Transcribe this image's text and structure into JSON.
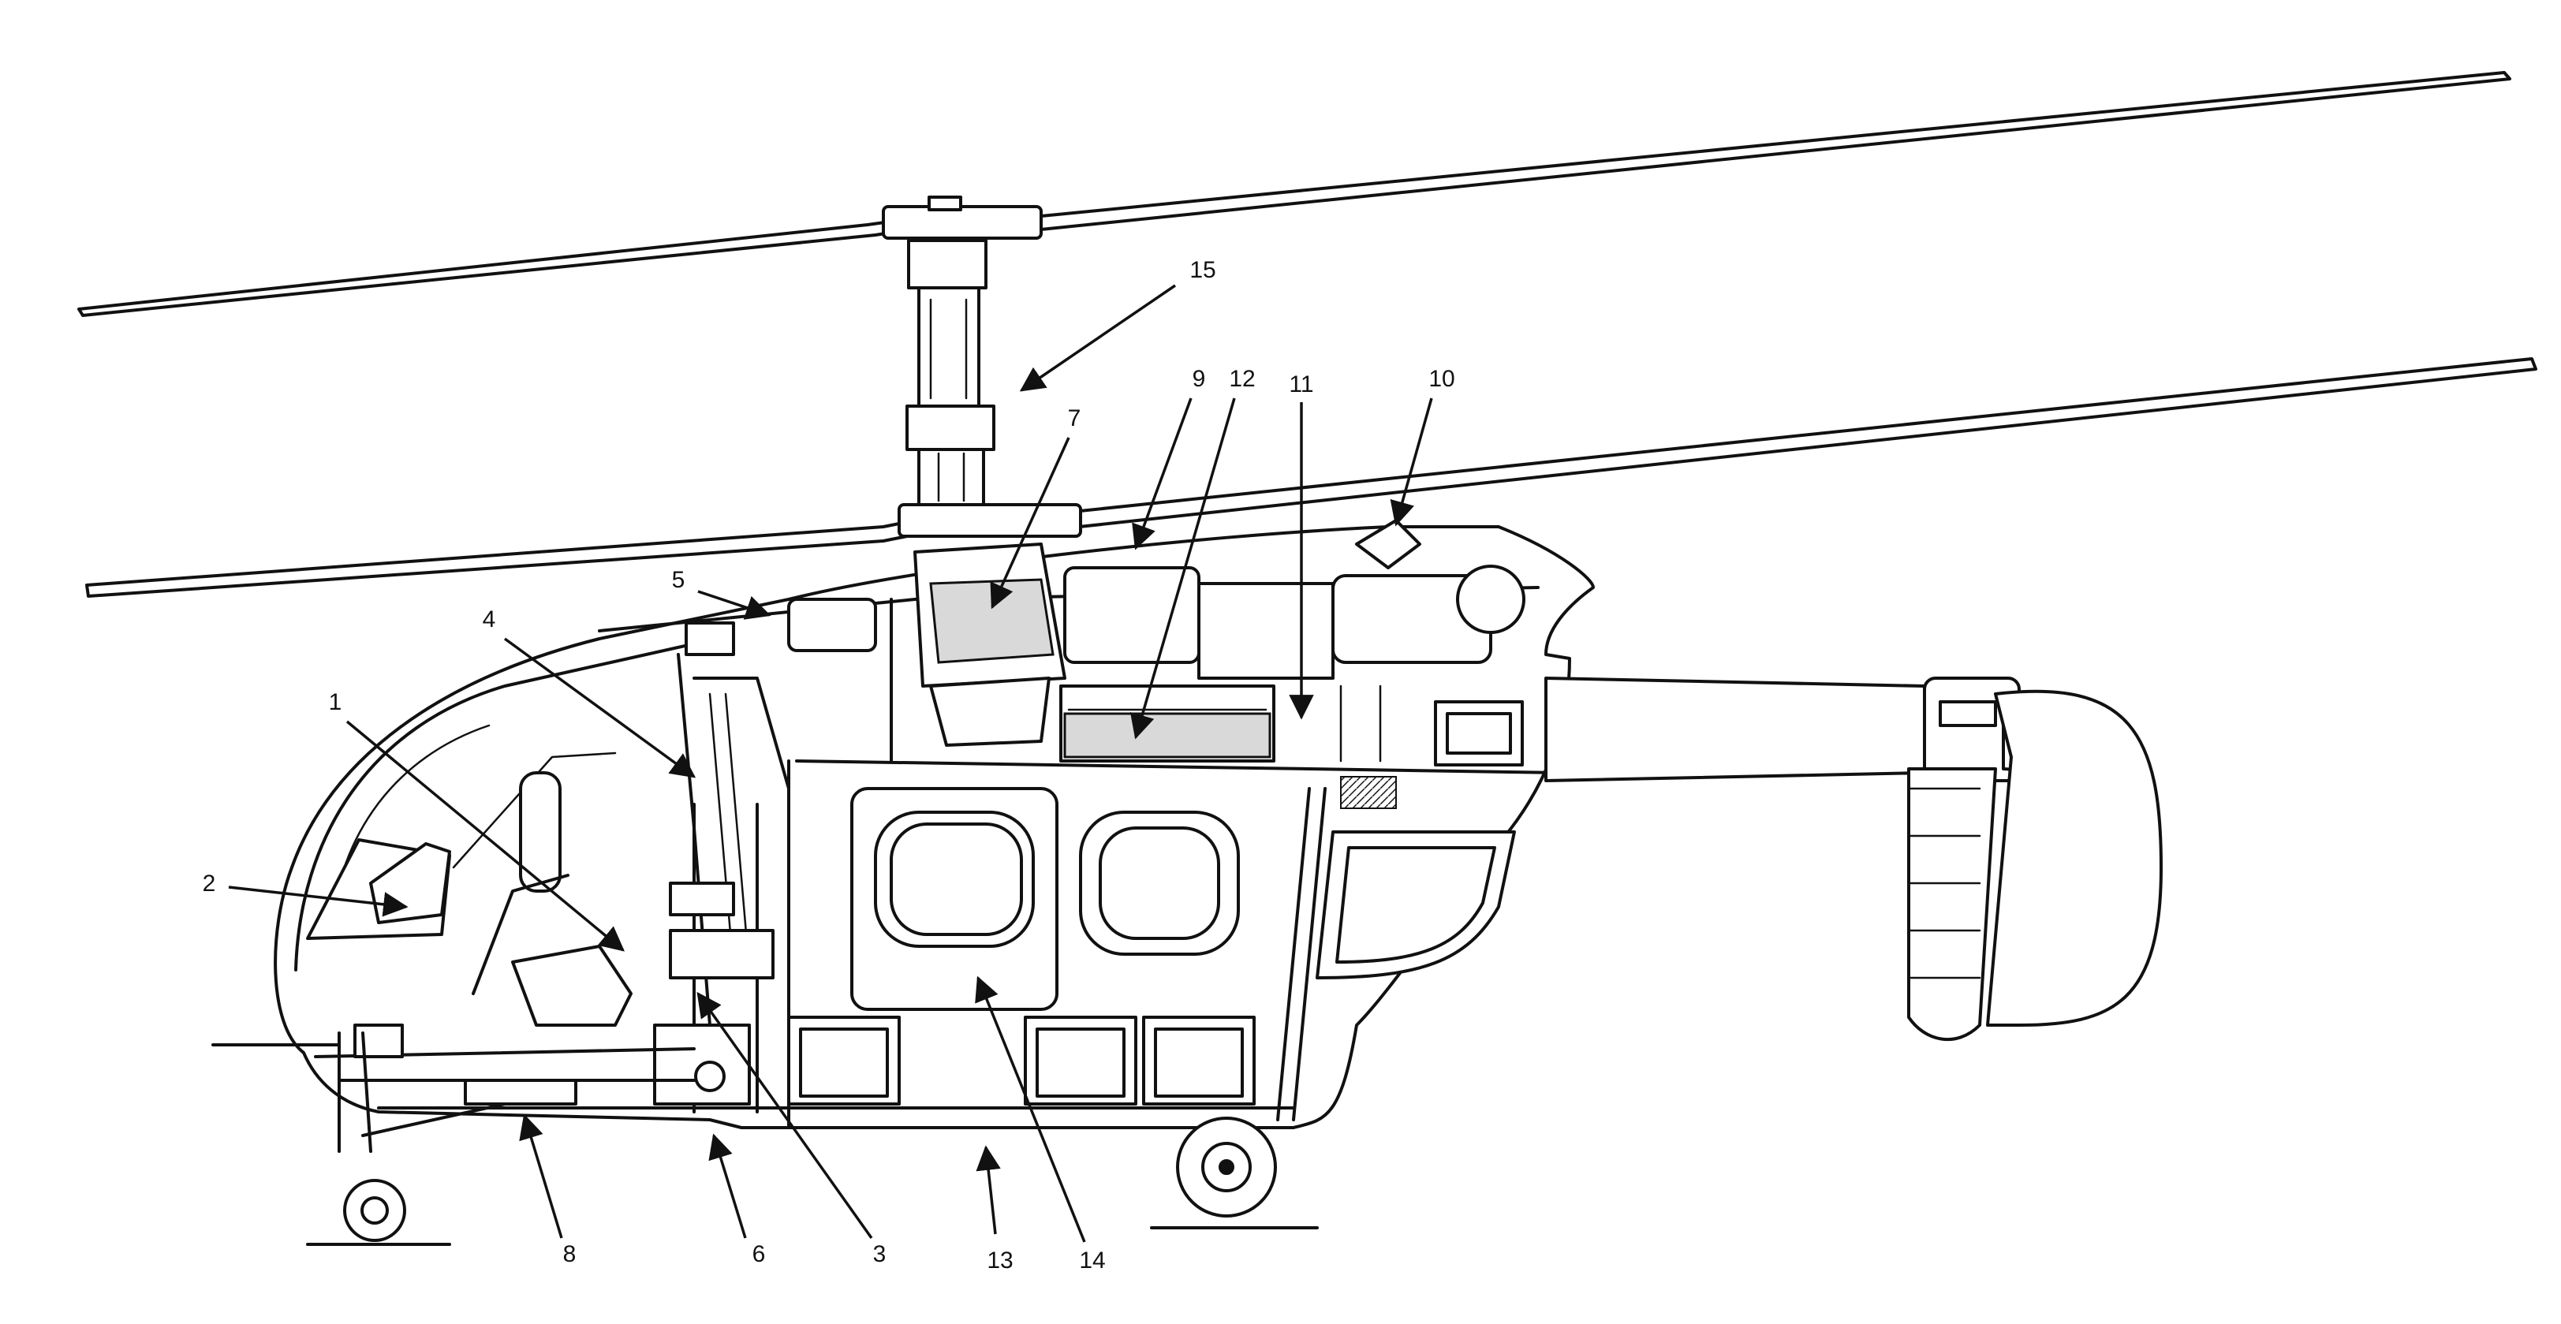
{
  "callouts": [
    {
      "id": "1",
      "label": "1"
    },
    {
      "id": "2",
      "label": "2"
    },
    {
      "id": "3",
      "label": "3"
    },
    {
      "id": "4",
      "label": "4"
    },
    {
      "id": "5",
      "label": "5"
    },
    {
      "id": "6",
      "label": "6"
    },
    {
      "id": "7",
      "label": "7"
    },
    {
      "id": "8",
      "label": "8"
    },
    {
      "id": "9",
      "label": "9"
    },
    {
      "id": "10",
      "label": "10"
    },
    {
      "id": "11",
      "label": "11"
    },
    {
      "id": "12",
      "label": "12"
    },
    {
      "id": "13",
      "label": "13"
    },
    {
      "id": "14",
      "label": "14"
    },
    {
      "id": "15",
      "label": "15"
    }
  ],
  "colors": {
    "ink": "#111111",
    "paper": "#ffffff",
    "shade": "#d9d9d9"
  }
}
